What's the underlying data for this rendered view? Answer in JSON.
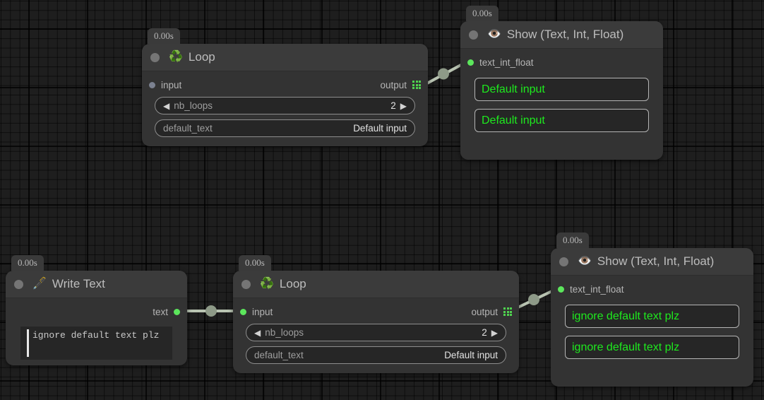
{
  "app": {
    "canvas_name": "node-graph-canvas",
    "background_color": "#1e1e1e",
    "accent_green": "#5ce65c",
    "display_text_green": "#1eea1e",
    "link_color": "#b9c4b2"
  },
  "nodes": [
    {
      "id": "loop-top",
      "time_badge": "0.00s",
      "title": "Loop",
      "icon": "recycle-icon",
      "icon_glyph": "♻️",
      "input_label": "input",
      "input_connected": false,
      "output_label": "output",
      "output_icon": "grid-icon",
      "params": [
        {
          "name": "nb_loops",
          "value": "2",
          "stepper": true,
          "left_arrow": "◀",
          "right_arrow": "▶"
        },
        {
          "name": "default_text",
          "value": "Default input",
          "stepper": false
        }
      ]
    },
    {
      "id": "show-top",
      "time_badge": "0.00s",
      "title": "Show (Text, Int, Float)",
      "icon": "eye-icon",
      "icon_glyph": "👁️",
      "input_label": "text_int_float",
      "input_connected": true,
      "display_values": [
        "Default input",
        "Default input"
      ]
    },
    {
      "id": "write-text",
      "time_badge": "0.00s",
      "title": "Write Text",
      "icon": "pen-nib-icon",
      "icon_glyph": "🖋️",
      "output_label": "text",
      "output_connected": true,
      "text_value": "ignore default text plz"
    },
    {
      "id": "loop-bottom",
      "time_badge": "0.00s",
      "title": "Loop",
      "icon": "recycle-icon",
      "icon_glyph": "♻️",
      "input_label": "input",
      "input_connected": true,
      "output_label": "output",
      "output_icon": "grid-icon",
      "params": [
        {
          "name": "nb_loops",
          "value": "2",
          "stepper": true,
          "left_arrow": "◀",
          "right_arrow": "▶"
        },
        {
          "name": "default_text",
          "value": "Default input",
          "stepper": false
        }
      ]
    },
    {
      "id": "show-bottom",
      "time_badge": "0.00s",
      "title": "Show (Text, Int, Float)",
      "icon": "eye-icon",
      "icon_glyph": "👁️",
      "input_label": "text_int_float",
      "input_connected": true,
      "display_values": [
        "ignore default text plz",
        "ignore default text plz"
      ]
    }
  ],
  "links": [
    {
      "id": "link-loop-top-to-show-top",
      "from": "loop-top.output",
      "to": "show-top.text_int_float"
    },
    {
      "id": "link-write-text-to-loop-bottom",
      "from": "write-text.text",
      "to": "loop-bottom.input"
    },
    {
      "id": "link-loop-bottom-to-show-bottom",
      "from": "loop-bottom.output",
      "to": "show-bottom.text_int_float"
    }
  ]
}
